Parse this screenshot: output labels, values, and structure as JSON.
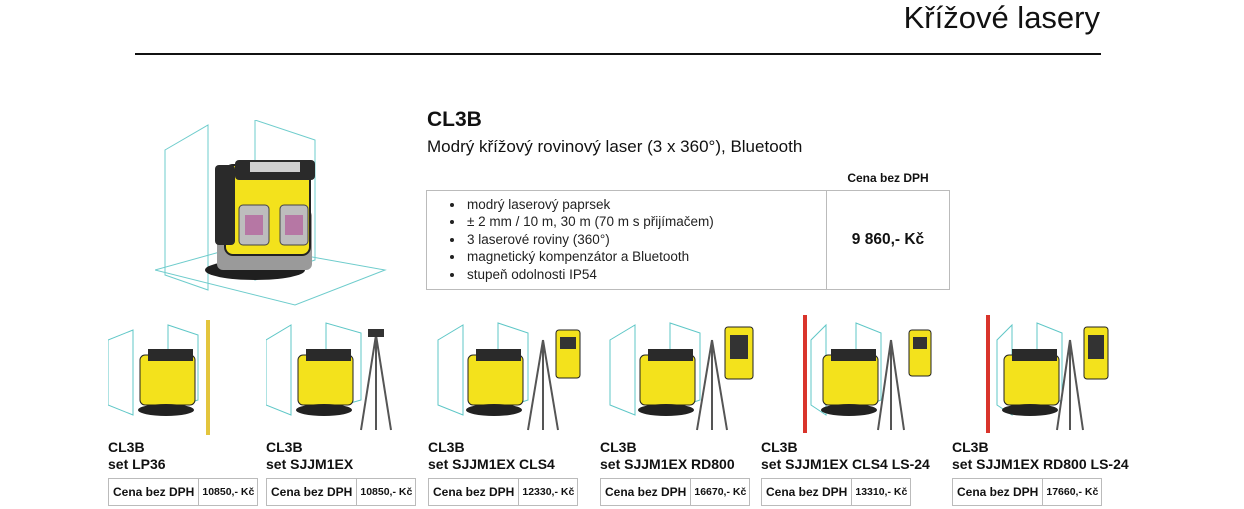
{
  "page": {
    "title": "Křížové lasery"
  },
  "product": {
    "name": "CL3B",
    "subtitle": "Modrý křížový rovinový laser (3 x 360°), Bluetooth",
    "price_header": "Cena bez DPH",
    "price": "9 860,- Kč",
    "features": [
      "modrý laserový paprsek",
      "± 2 mm / 10 m, 30 m (70 m s přijímačem)",
      "3 laserové roviny (360°)",
      "magnetický kompenzátor a Bluetooth",
      "stupeň odolnosti IP54"
    ]
  },
  "sets": [
    {
      "line1": "CL3B",
      "line2": "set LP36",
      "price_label": "Cena bez DPH",
      "price": "10850,- Kč"
    },
    {
      "line1": "CL3B",
      "line2": "set SJJM1EX",
      "price_label": "Cena bez DPH",
      "price": "10850,- Kč"
    },
    {
      "line1": "CL3B",
      "line2": "set SJJM1EX CLS4",
      "price_label": "Cena bez DPH",
      "price": "12330,- Kč"
    },
    {
      "line1": "CL3B",
      "line2": "set SJJM1EX RD800",
      "price_label": "Cena bez DPH",
      "price": "16670,- Kč"
    },
    {
      "line1": "CL3B",
      "line2": "set SJJM1EX CLS4 LS-24",
      "price_label": "Cena bez DPH",
      "price": "13310,- Kč"
    },
    {
      "line1": "CL3B",
      "line2": "set SJJM1EX RD800 LS-24",
      "price_label": "Cena bez DPH",
      "price": "17660,- Kč"
    }
  ],
  "colors": {
    "laser_line": "#5fc7c7",
    "body_yellow": "#f3e21c",
    "body_dark": "#2a2a2a",
    "rod_red": "#d9342b"
  }
}
